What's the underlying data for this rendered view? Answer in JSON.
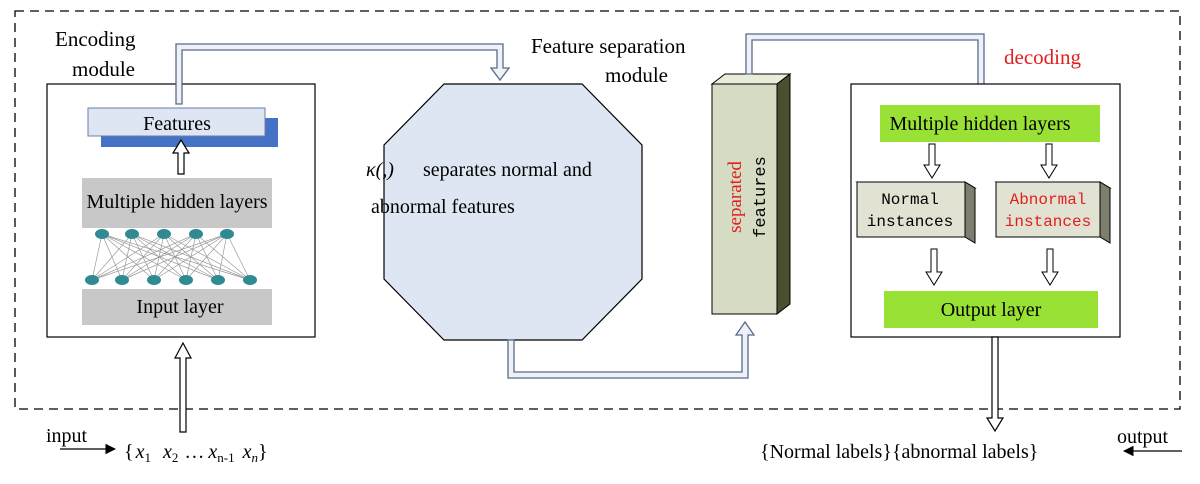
{
  "colors": {
    "features_block_fill": "#dde6f2",
    "features_shadow": "#4472c4",
    "gray_layer": "#c8c8c8",
    "octagon_fill": "#dde6f2",
    "prism_face": "#d6dcc4",
    "prism_side": "#4a4f2e",
    "green_layer": "#99e134",
    "instance_box": "#e2e2d2",
    "red_text": "#e02020",
    "node_fill": "#2f8a94",
    "arrow_outline": "#5a6a88"
  },
  "encoding": {
    "title_line1": "Encoding",
    "title_line2": "module",
    "features_label": "Features",
    "hidden_layers_label": "Multiple  hidden layers",
    "input_layer_label": "Input layer"
  },
  "separation": {
    "title_line1": "Feature separation",
    "title_line2": "module",
    "kappa_symbol": "κ(,)",
    "text_line1": "separates normal and",
    "text_line2": "abnormal features",
    "separated_line1": "separated",
    "separated_line2": "features"
  },
  "decoding": {
    "title": "decoding",
    "hidden_layers_label": "Multiple  hidden layers",
    "normal_line1": "Normal",
    "normal_line2": "instances",
    "abnormal_line1": "Abnormal",
    "abnormal_line2": "instances",
    "output_layer_label": "Output layer"
  },
  "io": {
    "input_label": "input",
    "output_label": "output",
    "labels_text": "{Normal labels}{abnormal labels}",
    "input_set": {
      "open_brace": "{",
      "x1": "x",
      "x1_sub": "1",
      "x2": "x",
      "x2_sub": "2",
      "ellipsis": "…",
      "xn1": "x",
      "xn1_sub": "n-1",
      "xn": "x",
      "xn_sub": "n",
      "close_brace": "}"
    }
  }
}
